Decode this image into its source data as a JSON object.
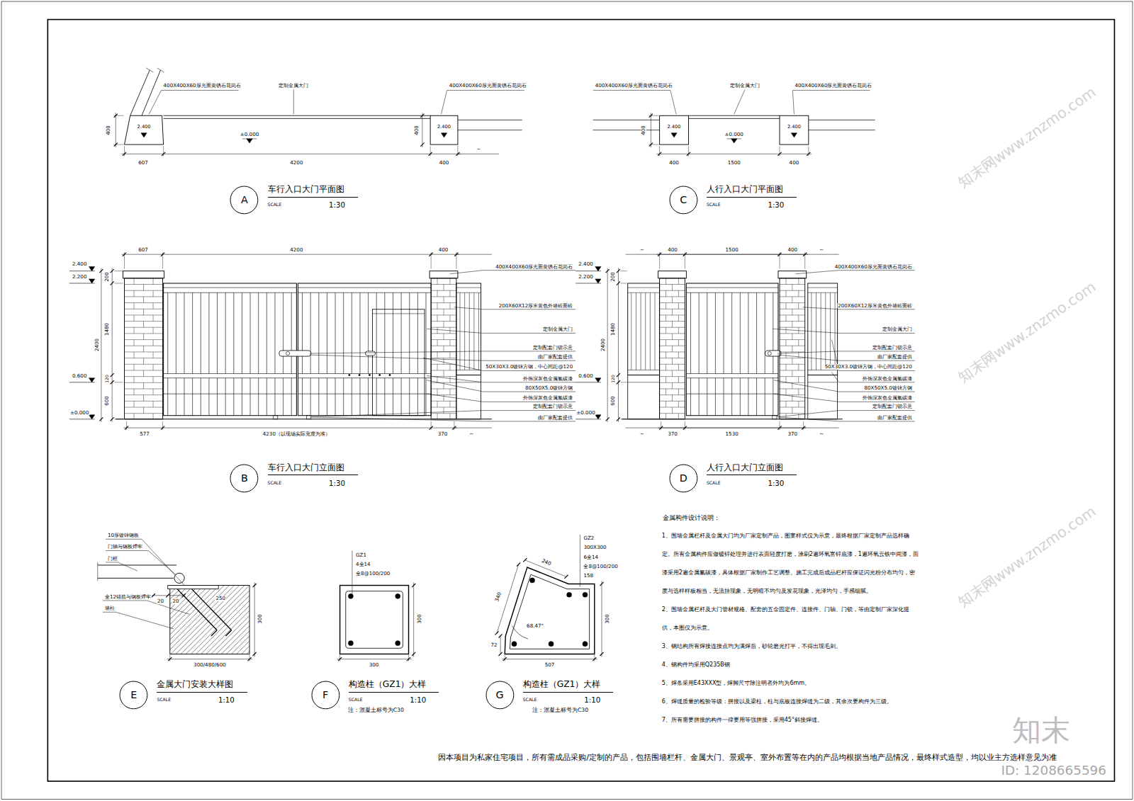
{
  "diagram": {
    "nodes": [
      {
        "text": [
          "A",
          "车行入口大门平面图",
          "SCALE",
          "1:30"
        ]
      },
      {
        "text": [
          "C",
          "人行入口大门平面图",
          "SCALE",
          "1:30"
        ]
      },
      {
        "text": [
          "B",
          "车行入口大门立面图",
          "SCALE",
          "1:30"
        ]
      },
      {
        "text": [
          "D",
          "人行入口大门立面图",
          "SCALE",
          "1:30"
        ]
      },
      {
        "text": [
          "E",
          "金属大门安装大样图",
          "SCALE",
          "1:10"
        ]
      },
      {
        "text": [
          "F",
          "构造柱（GZ1）大样",
          "SCALE",
          "1:10"
        ]
      },
      {
        "text": [
          "G",
          "构造柱（GZ1）大样",
          "SCALE",
          "1:10"
        ]
      }
    ],
    "labels": [
      "400X400X60厚光面黄锈石花岗石",
      "定制金属大门",
      "400X400X60厚光面黄锈石花岗石",
      "2.400",
      "2.400",
      "±0.000",
      "400",
      "400",
      "607",
      "4200",
      "400",
      "~",
      "400X400X60厚光面黄锈石花岗石",
      "定制金属大门",
      "400X400X60厚光面黄锈石花岗石",
      "2.400",
      "2.400",
      "±0.000",
      "400",
      "400",
      "1500",
      "400",
      "2.400",
      "2.200",
      "0.600",
      "±0.000",
      "200",
      "1480",
      "2400",
      "120",
      "600",
      "607",
      "4200",
      "400",
      "577",
      "4230（以现场实际宽度为准）",
      "370",
      "~",
      "400X400X60厚光面黄锈石花岗石",
      "200X60X12厚米黄色外墙砖面砖",
      "定制金属大门",
      "定制配套门锁示意",
      "由厂家配套提供",
      "50X30X3.0镀锌方钢，中心间距@120",
      "外饰深灰色金属氟碳漆",
      "80X50X5.0镀锌方钢",
      "外饰深灰色金属氟碳漆",
      "定制配套门锁示意",
      "由厂家配套提供",
      "2.400",
      "2.200",
      "0.600",
      "±0.000",
      "200",
      "1480",
      "2400",
      "120",
      "600",
      "~",
      "400",
      "1500",
      "400",
      "~",
      "~",
      "370",
      "1530",
      "370",
      "~",
      "400X400X60厚光面黄锈石花岗石",
      "200X60X12厚米黄色外墙砖面砖",
      "定制金属大门",
      "定制配套门锁示意",
      "由厂家配套提供",
      "50X30X3.0镀锌方钢，中心间距@120",
      "外饰深灰色金属氟碳漆",
      "80X50X5.0镀锌方钢",
      "外饰深灰色金属氟碳漆",
      "定制配套门锁示意",
      "由厂家配套提供",
      "10厚镀锌钢板",
      "门轴与钢板焊牢",
      "门框",
      "全12锚筋与钢板焊牢",
      "墙柱",
      "20",
      "20",
      "250",
      "300",
      "300/480/600",
      "GZ1",
      "4全14",
      "全8@100/200",
      "300",
      "300",
      "注：混凝土标号为C30",
      "GZ2",
      "300X300",
      "6全14",
      "全8@100/200",
      "158",
      "240",
      "340",
      "68.47°",
      "72",
      "300",
      "507",
      "注：混凝土标号为C30",
      "金属构件设计说明：",
      "1、围墙金属栏杆及金属大门均为厂家定制产品，图案样式仅为示意，最终根据厂家定制产品选样确定。所有金属构件应做镀锌处理并进行表面轻度打磨，涂刷2遍环氧富锌底漆，1遍环氧云铁中间漆，面漆采用2遍金属氟碳漆，具体根据厂家制作工艺调整。施工完成后成品栏杆应保证闪光粉分布均匀，密度与选样样板相当，无流挂现象，无明暗不均匀及发花现象，光泽均匀，手感细腻。",
      "2、围墙金属栏杆及大门管材规格、配套的五金固定件、连接件、门轴、门锁，等由定制厂家深化提供，本图仅为示意。",
      "3、钢结构所有焊接连接点均为满焊后，砂轮磨光打平，不得出现毛刺。",
      "4、钢构件均采用Q235B钢",
      "5、焊条采用E43XXX型，焊脚尺寸除注明者外均为6mm。",
      "6、焊缝质量的检验等级：拼接以及梁柱，柱与底板连接焊缝为二级，其余次要构件为三级。",
      "7、所有需要拼接的构件一律要用等强拼接，采用45°斜接焊缝。",
      "因本项目为私家住宅项目，所有需成品采购/定制的产品，包括围墙栏杆、金属大门、景观亭、室外布置等在内的产品均根据当地产品情况，最终样式造型，均以业主方选样意见为准",
      "知末",
      "ID: 1208665596",
      "知末网www.znzmo.com",
      "知末网www.znzmo.com",
      "知末网www.znzmo.com"
    ]
  }
}
